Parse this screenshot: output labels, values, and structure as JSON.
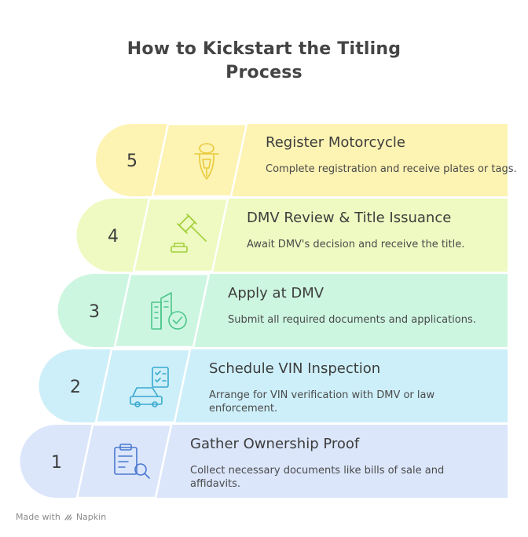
{
  "title": {
    "line1": "How to Kickstart the Titling",
    "line2": "Process"
  },
  "steps": [
    {
      "number": "5",
      "heading": "Register Motorcycle",
      "description": "Complete registration and receive plates or tags.",
      "icon": "motorcycle-icon",
      "fill": "#fdf3b3",
      "stroke": "#e9c93a"
    },
    {
      "number": "4",
      "heading": "DMV Review & Title Issuance",
      "description": "Await DMV's decision and receive the title.",
      "icon": "gavel-icon",
      "fill": "#eefac1",
      "stroke": "#a3cf3a"
    },
    {
      "number": "3",
      "heading": "Apply at DMV",
      "description": "Submit all required documents and applications.",
      "icon": "building-check-icon",
      "fill": "#cdf6e1",
      "stroke": "#4cc58a"
    },
    {
      "number": "2",
      "heading": "Schedule VIN Inspection",
      "description": "Arrange for VIN verification with DMV or law enforcement.",
      "icon": "car-checklist-icon",
      "fill": "#cdeff9",
      "stroke": "#3aa9cf"
    },
    {
      "number": "1",
      "heading": "Gather Ownership Proof",
      "description": "Collect necessary documents like bills of sale and affidavits.",
      "icon": "document-search-icon",
      "fill": "#dbe6fb",
      "stroke": "#4a78d0"
    }
  ],
  "footer": {
    "made_with": "Made with",
    "brand": "Napkin"
  }
}
